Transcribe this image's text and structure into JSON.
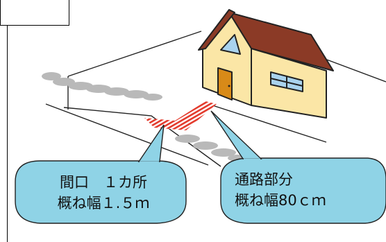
{
  "callouts": {
    "left": {
      "line1": "間口　１カ所",
      "line2": "概ね幅１.５ｍ"
    },
    "right": {
      "line1": "通路部分",
      "line2": "概ね幅80ｃｍ"
    }
  },
  "colors": {
    "callout_fill": "#8fd3e6",
    "callout_stroke": "#222222",
    "house_wall": "#fbe6a6",
    "house_roof": "#8b3a26",
    "door": "#d88a18",
    "path_stripe": "#e33a2c",
    "smoke": "#b9b9b9"
  }
}
